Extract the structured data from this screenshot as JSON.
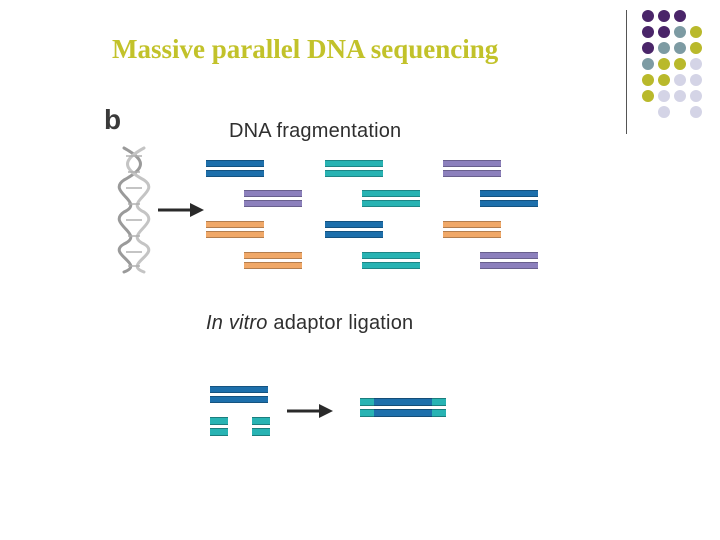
{
  "title": "Massive parallel DNA sequencing",
  "panel_letter": "b",
  "section1": {
    "label": "DNA fragmentation"
  },
  "section2": {
    "label_italic": "In vitro",
    "label_rest": " adaptor ligation"
  },
  "colors": {
    "title": "#c2c22a",
    "blue": "#1d6fab",
    "teal": "#28b3b3",
    "purple": "#8c80bc",
    "orange": "#f0a868",
    "dot_purple": "#4a2569",
    "dot_gray": "#7d9ba3",
    "dot_olive": "#b9b92b",
    "dot_lavender": "#d4d4e6"
  },
  "fragments": [
    {
      "color": "blue"
    },
    {
      "color": "teal"
    },
    {
      "color": "purple"
    },
    {
      "color": "purple"
    },
    {
      "color": "teal"
    },
    {
      "color": "blue"
    },
    {
      "color": "orange"
    },
    {
      "color": "blue"
    },
    {
      "color": "orange"
    },
    {
      "color": "orange"
    },
    {
      "color": "teal"
    },
    {
      "color": "purple"
    }
  ],
  "decor_dots": [
    "dot_purple",
    "dot_purple",
    "dot_purple",
    "dot_purple",
    "dot_purple",
    "dot_gray",
    "dot_olive",
    "dot_purple",
    "dot_gray",
    "dot_gray",
    "dot_olive",
    "dot_gray",
    "dot_olive",
    "dot_olive",
    "dot_lavender",
    "dot_olive",
    "dot_olive",
    "dot_lavender",
    "dot_lavender",
    "dot_olive",
    "dot_lavender",
    "dot_lavender",
    "dot_lavender",
    "dot_lavender",
    "dot_lavender"
  ]
}
